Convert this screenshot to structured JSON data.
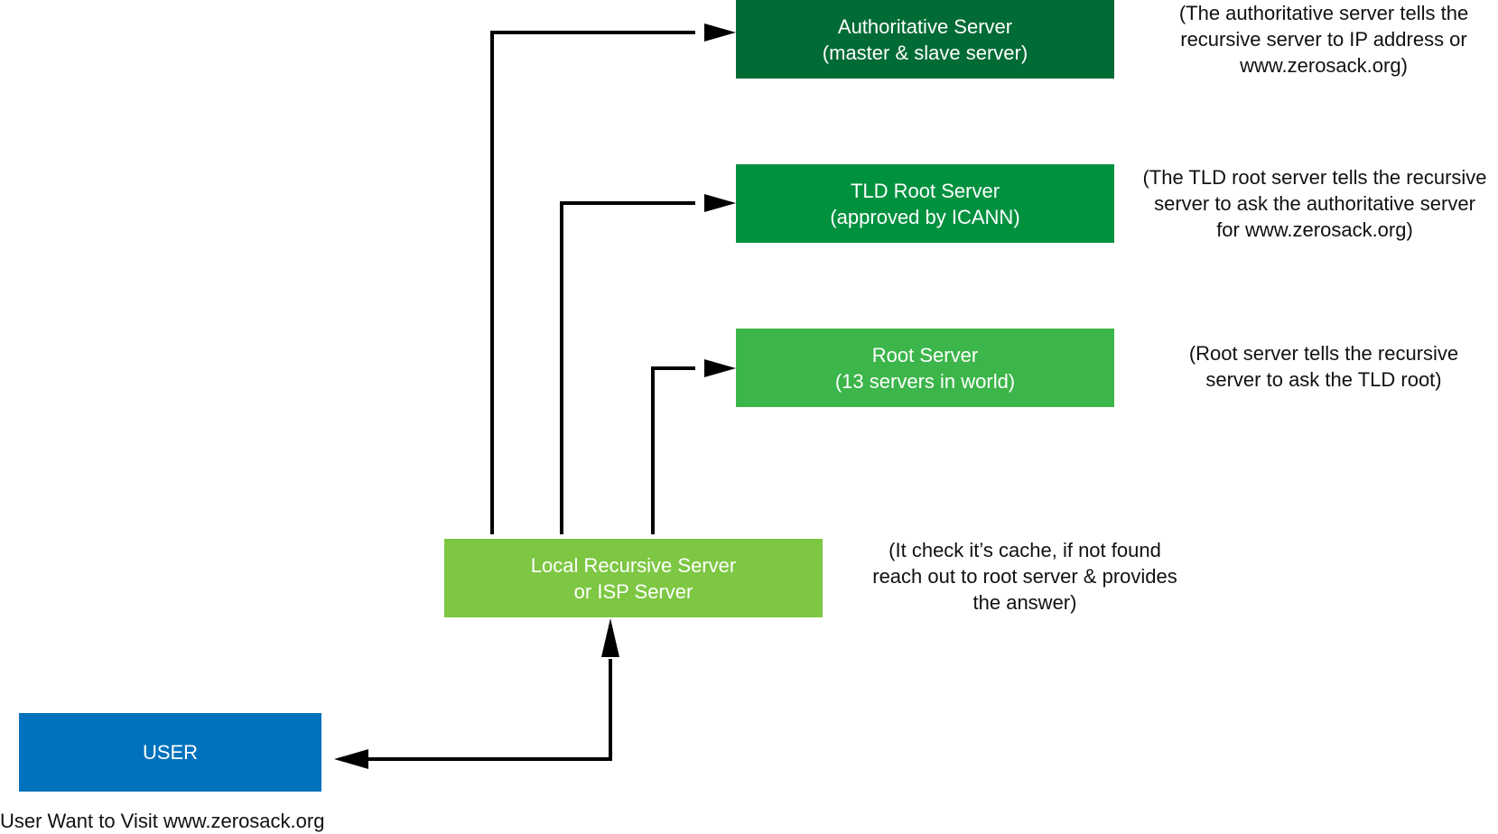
{
  "colors": {
    "authoritative": "#006b35",
    "tld": "#00913f",
    "root": "#3cb54a",
    "recursive": "#7dc743",
    "user": "#0071bc",
    "arrow": "#000000"
  },
  "boxes": {
    "authoritative": {
      "line1": "Authoritative Server",
      "line2": "(master & slave server)"
    },
    "tld": {
      "line1": "TLD Root Server",
      "line2": "(approved by ICANN)"
    },
    "root": {
      "line1": "Root Server",
      "line2": "(13 servers in world)"
    },
    "recursive": {
      "line1": "Local Recursive Server",
      "line2": "or ISP Server"
    },
    "user": {
      "line1": "USER"
    }
  },
  "notes": {
    "authoritative": {
      "line1": "(The authoritative server tells the",
      "line2": "recursive server to IP address or",
      "line3": "www.zerosack.org)"
    },
    "tld": {
      "line1": "(The TLD root server tells the recursive",
      "line2": "server to ask the authoritative server",
      "line3": "for www.zerosack.org)"
    },
    "root": {
      "line1": "(Root server tells the recursive",
      "line2": "server to ask the TLD root)"
    },
    "recursive": {
      "line1": "(It check it’s cache, if not found",
      "line2": "reach out to root server & provides",
      "line3": "the answer)"
    }
  },
  "caption": "User Want to Visit www.zerosack.org"
}
